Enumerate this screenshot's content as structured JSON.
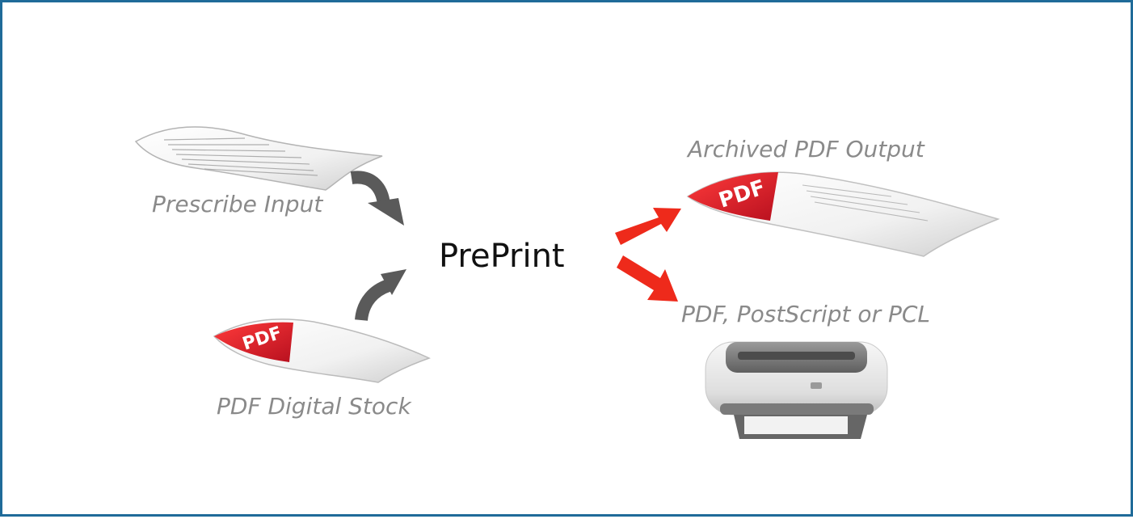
{
  "diagram": {
    "center": {
      "label": "PrePrint"
    },
    "inputs": [
      {
        "label": "Prescribe Input",
        "icon": "document-icon"
      },
      {
        "label": "PDF Digital Stock",
        "icon": "pdf-document-icon"
      }
    ],
    "outputs": [
      {
        "label": "Archived PDF Output",
        "icon": "pdf-document-icon"
      },
      {
        "label": "PDF, PostScript or PCL",
        "icon": "printer-icon"
      }
    ],
    "badge_text": "PDF",
    "colors": {
      "border": "#1f6b99",
      "input_arrow": "#5a5a5a",
      "output_arrow": "#ee2a1b",
      "pdf_red": "#d9162b",
      "label_gray": "#8a8a8a"
    }
  }
}
